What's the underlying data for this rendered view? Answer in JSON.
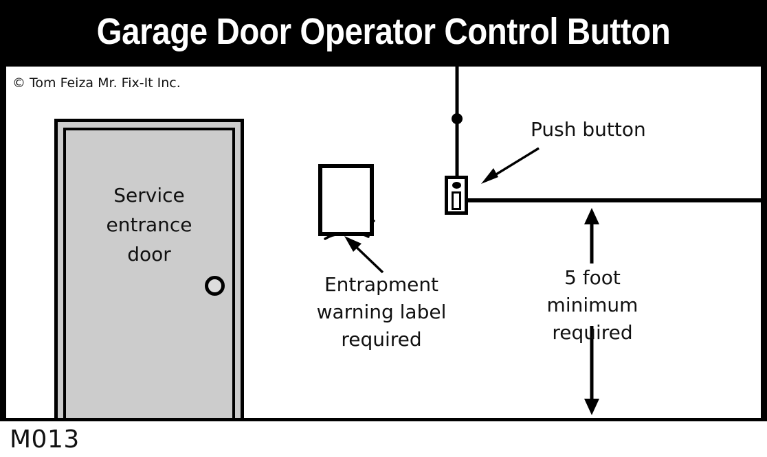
{
  "title": "Garage Door Operator Control Button",
  "copyright": "© Tom Feiza Mr. Fix-It Inc.",
  "code": "M013",
  "colors": {
    "title_bar_bg": "#000000",
    "title_text": "#ffffff",
    "frame": "#000000",
    "canvas_bg": "#ffffff",
    "door_fill": "#cccccc",
    "line": "#000000",
    "text": "#111111"
  },
  "door": {
    "label_line1": "Service",
    "label_line2": "entrance",
    "label_line3": "door",
    "knob_icon": "door-knob-icon"
  },
  "warning_label": {
    "caption_line1": "Entrapment",
    "caption_line2": "warning label",
    "caption_line3": "required",
    "icon": "warning-label-icon",
    "squiggle_count": 4
  },
  "push_button": {
    "caption": "Push button",
    "icon": "push-button-icon",
    "cord_icon": "hanging-cord-icon"
  },
  "dimension": {
    "caption_line1": "5 foot",
    "caption_line2": "minimum",
    "caption_line3": "required",
    "arrow_icon": "double-headed-arrow-icon",
    "value": "5",
    "unit": "foot",
    "qualifier": "minimum required"
  },
  "floor_line": {
    "name": "floor-line"
  }
}
